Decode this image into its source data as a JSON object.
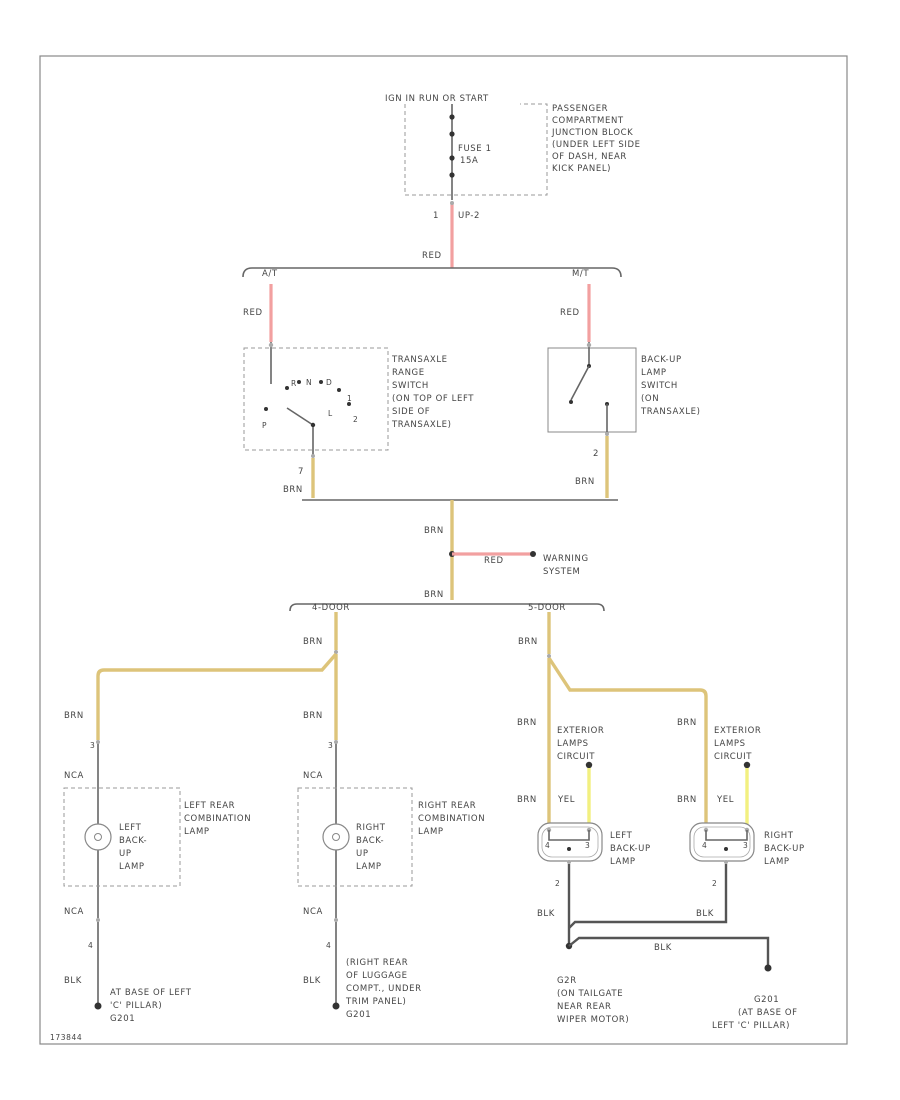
{
  "wire_colors": {
    "red": "#f2a0a0",
    "brn": "#ddc47a",
    "yel": "#f2f080",
    "blk": "#555555"
  },
  "labels": {
    "ign_source": "IGN IN RUN OR START",
    "pass_jb": [
      "PASSENGER",
      "COMPARTMENT",
      "JUNCTION BLOCK",
      "(UNDER LEFT SIDE",
      "OF DASH, NEAR",
      "KICK PANEL)"
    ],
    "fuse": "FUSE 1",
    "fuse_amp": "15A",
    "pin_1": "1",
    "conn_1": "UP-2",
    "wire_red": "RED",
    "branch_at": "A/T",
    "branch_mt": "M/T",
    "tr_switch": [
      "TRANSAXLE",
      "RANGE",
      "SWITCH",
      "(ON TOP OF LEFT",
      "SIDE OF",
      "TRANSAXLE)"
    ],
    "tr_gears": [
      "R",
      "N",
      "D",
      "1",
      "2",
      "L",
      "P"
    ],
    "bu_switch": [
      "BACK-UP",
      "LAMP",
      "SWITCH",
      "(ON",
      "TRANSAXLE)"
    ],
    "pin_7": "7",
    "pin_2": "2",
    "wire_brn": "BRN",
    "warning_system": [
      "WARNING",
      "SYSTEM"
    ],
    "branch_4door": "4-DOOR",
    "branch_5door": "5-DOOR",
    "ext_lamps": [
      "EXTERIOR",
      "LAMPS",
      "CIRCUIT"
    ],
    "wire_yel": "YEL",
    "wire_blk": "BLK",
    "wire_nca": "NCA",
    "pin_4": "4",
    "l_rear_comb": [
      "LEFT REAR",
      "COMBINATION",
      "LAMP"
    ],
    "r_rear_comb": [
      "RIGHT REAR",
      "COMBINATION",
      "LAMP"
    ],
    "l_backup": [
      "LEFT",
      "BACK-",
      "UP",
      "LAMP"
    ],
    "r_backup": [
      "RIGHT",
      "BACK-",
      "UP",
      "LAMP"
    ],
    "l_backup_5d": [
      "LEFT",
      "BACK-UP",
      "LAMP"
    ],
    "r_backup_5d": [
      "RIGHT",
      "BACK-UP",
      "LAMP"
    ],
    "g_left_pillar": [
      "AT BASE OF LEFT",
      "'C' PILLAR)",
      "G201"
    ],
    "g_right_luggage": [
      "(RIGHT REAR",
      "OF LUGGAGE",
      "COMPT., UNDER",
      "TRIM PANEL)",
      "G201"
    ],
    "g_tailgate": [
      "G2R",
      "(ON TAILGATE",
      "NEAR REAR",
      "WIPER MOTOR)"
    ],
    "g_c_pillar": [
      "G201",
      "(AT BASE OF",
      "LEFT 'C' PILLAR)"
    ],
    "footer_code": "173844"
  }
}
